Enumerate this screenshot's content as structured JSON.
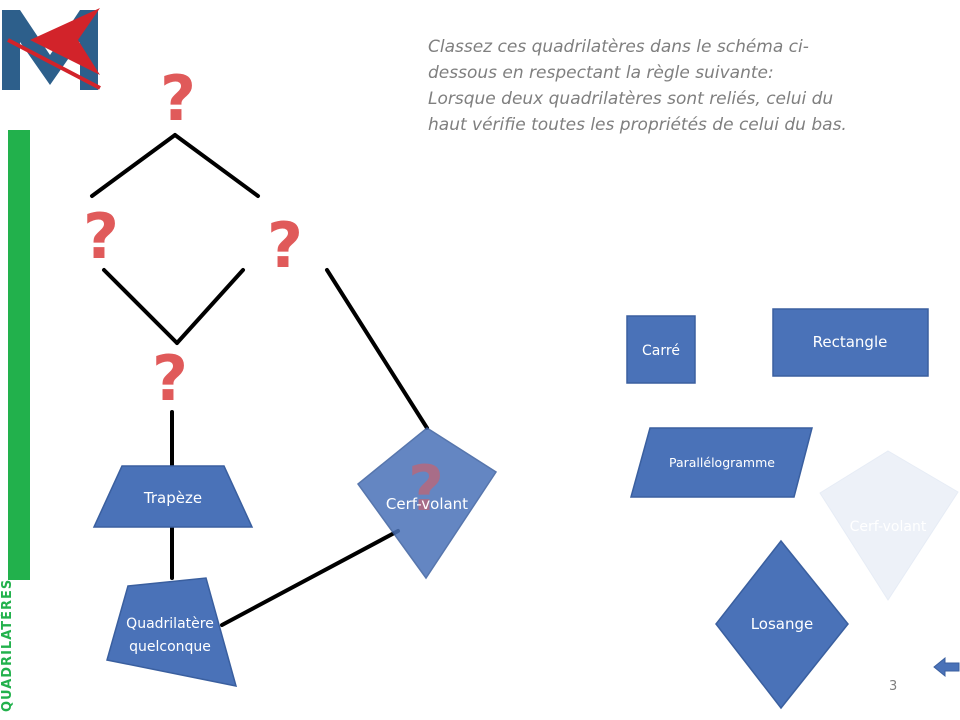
{
  "sidebar": {
    "title": "QUADRILATÈRES"
  },
  "instructions": {
    "lines": [
      "Classez ces quadrilatères dans le schéma ci-",
      "dessous en respectant la règle suivante:",
      "Lorsque deux quadrilatères sont reliés, celui du",
      "haut vérifie toutes les propriétés de celui du bas."
    ]
  },
  "diagram": {
    "question_mark": "?",
    "placed": {
      "trapeze": "Trapèze",
      "quadrilatere_line1": "Quadrilatère",
      "quadrilatere_line2": "quelconque",
      "cerf_volant": "Cerf-volant"
    }
  },
  "palette": {
    "carre": "Carré",
    "rectangle": "Rectangle",
    "parallelogramme": "Parallélogramme",
    "cerf_volant": "Cerf-volant",
    "losange": "Losange"
  },
  "footer": {
    "page_number": "3",
    "nav_icon": "arrow-left-icon"
  },
  "colors": {
    "shape_fill": "#4a72b8",
    "shape_stroke": "#3a5f9f",
    "question_mark": "#e05a5a",
    "sidebar": "#22b14c",
    "text_gray": "#7f7f7f"
  }
}
